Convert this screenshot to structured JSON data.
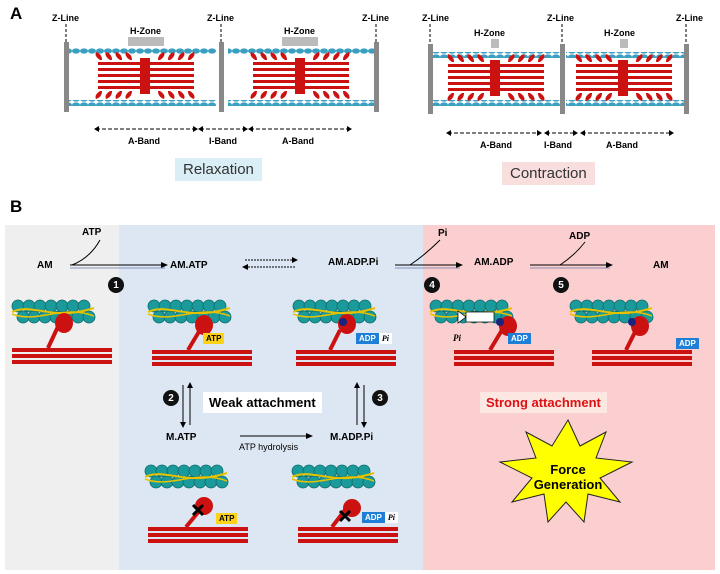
{
  "panel_a": {
    "letter": "A",
    "left": {
      "z_labels": [
        "Z-Line",
        "Z-Line",
        "Z-Line"
      ],
      "h_labels": [
        "H-Zone",
        "H-Zone"
      ],
      "bands": [
        "A-Band",
        "I-Band",
        "A-Band"
      ],
      "state": "Relaxation"
    },
    "right": {
      "z_labels": [
        "Z-Line",
        "Z-Line",
        "Z-Line"
      ],
      "h_labels": [
        "H-Zone",
        "H-Zone"
      ],
      "bands": [
        "A-Band",
        "I-Band",
        "A-Band"
      ],
      "state": "Contraction"
    },
    "colors": {
      "relax_bg": "#d9eef5",
      "contract_bg": "#f9dede",
      "myosin": "#cc1111",
      "actin": "#3a9fc0",
      "zline": "#888888"
    }
  },
  "panel_b": {
    "letter": "B",
    "top_row": {
      "am": "AM",
      "atp_in": "ATP",
      "am_atp": "AM.ATP",
      "am_adp_pi": "AM.ADP.Pi",
      "pi_out": "Pi",
      "am_adp": "AM.ADP",
      "adp_out": "ADP",
      "am_end": "AM"
    },
    "steps": [
      "1",
      "2",
      "3",
      "4",
      "5"
    ],
    "middle": {
      "weak": "Weak attachment",
      "strong": "Strong attachment"
    },
    "bottom_row": {
      "m_atp": "M.ATP",
      "m_adp_pi": "M.ADP.Pi",
      "hydrolysis": "ATP hydrolysis"
    },
    "tags": {
      "atp": "ATP",
      "adp": "ADP",
      "pi": "Pi",
      "adp_pi_adp": "ADP",
      "adp_pi_pi": "Pi"
    },
    "force": {
      "line1": "Force",
      "line2": "Generation"
    },
    "colors": {
      "gray_bg": "#efefef",
      "blue_bg": "#dde7f3",
      "pink_bg": "#fbcfcf",
      "strong_text": "#dd1111",
      "star": "#ffff00",
      "tag_yellow": "#ffd21a",
      "tag_blue": "#1f7fd6"
    }
  }
}
